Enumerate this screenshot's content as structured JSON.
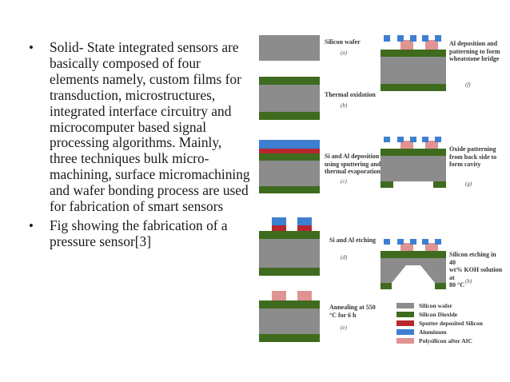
{
  "bullets": [
    "Solid- State integrated sensors are basically composed of four elements namely, custom films for transduction, microstructures, integrated interface circuitry and microcomputer based signal processing algorithms. Mainly, three techniques bulk micro-machining, surface micromachining and wafer bonding process are used for fabrication of smart sensors",
    "Fig showing the fabrication of a pressure sensor[3]"
  ],
  "figure": {
    "steps": [
      {
        "label": "Silicon wafer",
        "sub": "(a)"
      },
      {
        "label": "Thermal oxidation",
        "sub": "(b)"
      },
      {
        "label": "Si and Al deposition\nusing sputtering and\nthermal evaporation",
        "sub": "(c)"
      },
      {
        "label": "Si and Al etching",
        "sub": "(d)"
      },
      {
        "label": "Annealing at 550\n°C for 6 h",
        "sub": "(e)"
      },
      {
        "label": "Al deposition and\npatterning to form\nwheatstone bridge",
        "sub": "(f)"
      },
      {
        "label": "Oxide patterning\nfrom back side to\nform cavity",
        "sub": "(g)"
      },
      {
        "label": "Silicon etching in 40\nwt% KOH solution at\n80 °C",
        "sub": "(h)"
      }
    ],
    "legend": [
      {
        "label": "Silicon wafer",
        "color": "#8c8c8c"
      },
      {
        "label": "Silicon Dioxide",
        "color": "#3f6b1e"
      },
      {
        "label": "Sputter deposited Silicon",
        "color": "#b8262e"
      },
      {
        "label": "Aluminum",
        "color": "#3d7fd0"
      },
      {
        "label": "Polysilicon after AIC",
        "color": "#e09393"
      }
    ]
  }
}
